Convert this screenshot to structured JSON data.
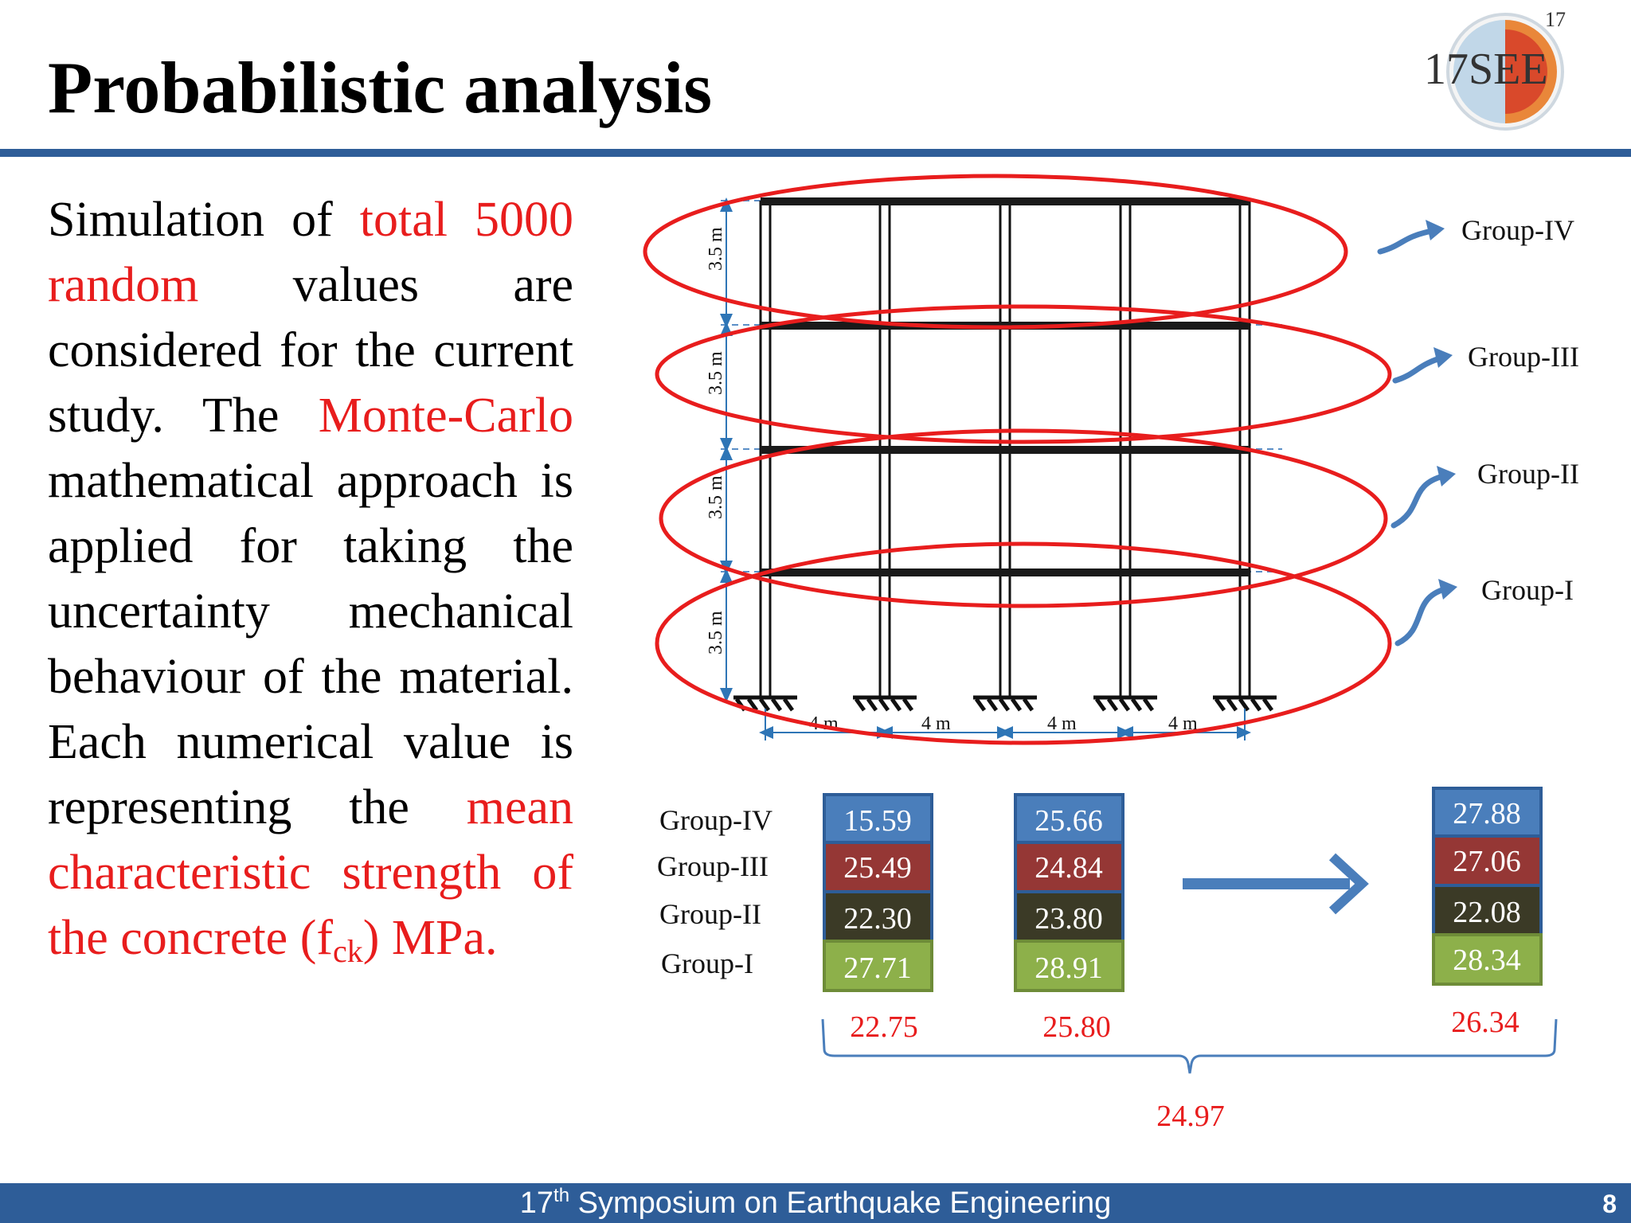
{
  "slide": {
    "title": "Probabilistic analysis",
    "logo_text": "17SEE",
    "logo_small": "17",
    "page_number": "8"
  },
  "body": {
    "t1": "Simulation of ",
    "t2": "total 5000 random",
    "t3": " values are considered for the current study. The ",
    "t4": "Monte-Carlo",
    "t5": " mathematical approach is applied for taking the uncertainty mechanical behaviour of the material. Each numerical value is representing the ",
    "t6": "mean characteristic strength of the concrete (f",
    "t7": "ck",
    "t8": ") MPa."
  },
  "frame": {
    "story_height": "3.5 m",
    "bay_width": "4 m",
    "groups": [
      "Group-IV",
      "Group-III",
      "Group-II",
      "Group-I"
    ]
  },
  "table": {
    "row_labels": [
      "Group-IV",
      "Group-III",
      "Group-II",
      "Group-I"
    ],
    "columns": [
      {
        "values": [
          "15.59",
          "25.49",
          "22.30",
          "27.71"
        ],
        "mean": "22.75"
      },
      {
        "values": [
          "25.66",
          "24.84",
          "23.80",
          "28.91"
        ],
        "mean": "25.80"
      },
      {
        "values": [
          "27.88",
          "27.06",
          "22.08",
          "28.34"
        ],
        "mean": "26.34"
      }
    ],
    "overall_mean": "24.97"
  },
  "colors": {
    "accent_blue": "#2e5d98",
    "highlight_red": "#e81d1d",
    "group_iv": "#4a7ebb",
    "group_iii": "#953735",
    "group_ii": "#3b3a26",
    "group_i": "#8db04a"
  },
  "footer": {
    "prefix": "17",
    "sup": "th",
    "text": " Symposium on Earthquake Engineering"
  }
}
